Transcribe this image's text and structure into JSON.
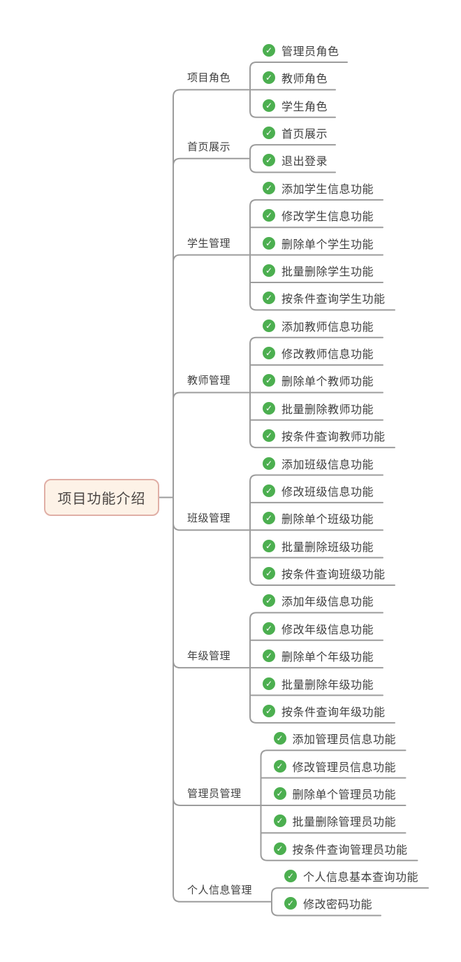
{
  "root": {
    "label": "项目功能介绍"
  },
  "branches": [
    {
      "label": "项目角色",
      "children": [
        "管理员角色",
        "教师角色",
        "学生角色"
      ]
    },
    {
      "label": "首页展示",
      "children": [
        "首页展示",
        "退出登录"
      ]
    },
    {
      "label": "学生管理",
      "children": [
        "添加学生信息功能",
        "修改学生信息功能",
        "删除单个学生功能",
        "批量删除学生功能",
        "按条件查询学生功能"
      ]
    },
    {
      "label": "教师管理",
      "children": [
        "添加教师信息功能",
        "修改教师信息功能",
        "删除单个教师功能",
        "批量删除教师功能",
        "按条件查询教师功能"
      ]
    },
    {
      "label": "班级管理",
      "children": [
        "添加班级信息功能",
        "修改班级信息功能",
        "删除单个班级功能",
        "批量删除班级功能",
        "按条件查询班级功能"
      ]
    },
    {
      "label": "年级管理",
      "children": [
        "添加年级信息功能",
        "修改年级信息功能",
        "删除单个年级功能",
        "批量删除年级功能",
        "按条件查询年级功能"
      ]
    },
    {
      "label": "管理员管理",
      "children": [
        "添加管理员信息功能",
        "修改管理员信息功能",
        "删除单个管理员功能",
        "批量删除管理员功能",
        "按条件查询管理员功能"
      ]
    },
    {
      "label": "个人信息管理",
      "children": [
        "个人信息基本查询功能",
        "修改密码功能"
      ]
    }
  ],
  "marker": {
    "name": "check-circle",
    "glyph": "✓",
    "color": "#4caf50"
  },
  "colors": {
    "background": "#ffffff",
    "line_gray": "#9c9c9c",
    "root_fill": "#fdf2e7",
    "root_border": "#e0afa6",
    "root_text": "#4a4543",
    "topic_text": "#3f3f3f"
  }
}
